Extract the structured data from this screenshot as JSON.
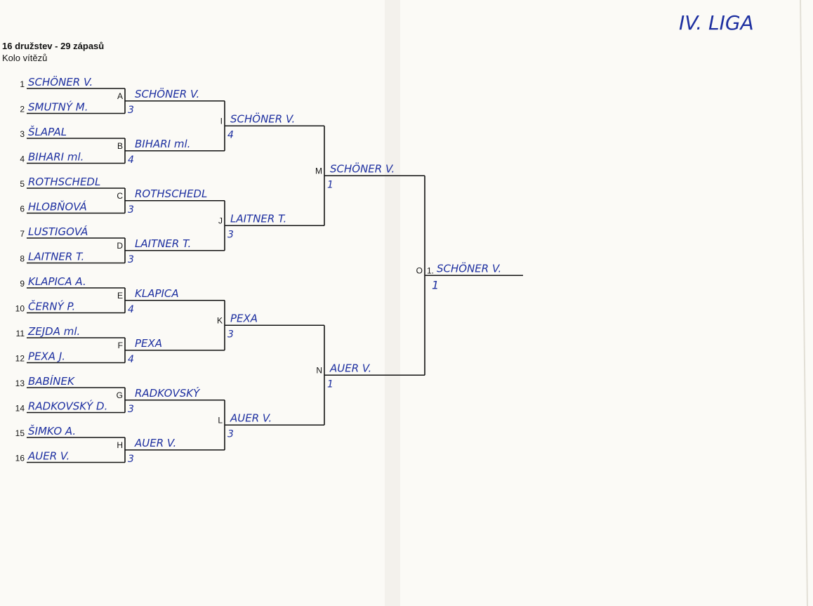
{
  "header": {
    "title": "16 družstev - 29 zápasů",
    "subtitle": "Kolo vítězů"
  },
  "corner_label": "IV. LIGA",
  "bracket": {
    "round1": [
      {
        "seed": "1",
        "name": "SCHÖNER V."
      },
      {
        "seed": "2",
        "name": "SMUTNÝ M."
      },
      {
        "seed": "3",
        "name": "ŠLAPAL"
      },
      {
        "seed": "4",
        "name": "BIHARI ml."
      },
      {
        "seed": "5",
        "name": "ROTHSCHEDL"
      },
      {
        "seed": "6",
        "name": "HLOBŇOVÁ"
      },
      {
        "seed": "7",
        "name": "LUSTIGOVÁ"
      },
      {
        "seed": "8",
        "name": "LAITNER T."
      },
      {
        "seed": "9",
        "name": "KLAPICA A."
      },
      {
        "seed": "10",
        "name": "ČERNÝ P."
      },
      {
        "seed": "11",
        "name": "ZEJDA ml."
      },
      {
        "seed": "12",
        "name": "PEXA J."
      },
      {
        "seed": "13",
        "name": "BABÍNEK"
      },
      {
        "seed": "14",
        "name": "RADKOVSKÝ D."
      },
      {
        "seed": "15",
        "name": "ŠIMKO A."
      },
      {
        "seed": "16",
        "name": "AUER V."
      }
    ],
    "round2": [
      {
        "match": "A",
        "winner": "SCHÖNER V.",
        "score": "3"
      },
      {
        "match": "B",
        "winner": "BIHARI ml.",
        "score": "4"
      },
      {
        "match": "C",
        "winner": "ROTHSCHEDL",
        "score": "3"
      },
      {
        "match": "D",
        "winner": "LAITNER T.",
        "score": "3"
      },
      {
        "match": "E",
        "winner": "KLAPICA",
        "score": "4"
      },
      {
        "match": "F",
        "winner": "PEXA",
        "score": "4"
      },
      {
        "match": "G",
        "winner": "RADKOVSKÝ",
        "score": "3"
      },
      {
        "match": "H",
        "winner": "AUER V.",
        "score": "3"
      }
    ],
    "round3": [
      {
        "match": "I",
        "winner": "SCHÖNER V.",
        "score": "4"
      },
      {
        "match": "J",
        "winner": "LAITNER T.",
        "score": "3"
      },
      {
        "match": "K",
        "winner": "PEXA",
        "score": "3"
      },
      {
        "match": "L",
        "winner": "AUER V.",
        "score": "3"
      }
    ],
    "round4": [
      {
        "match": "M",
        "winner": "SCHÖNER V.",
        "score": "1"
      },
      {
        "match": "N",
        "winner": "AUER V.",
        "score": "1"
      }
    ],
    "final": {
      "match": "O",
      "place": "1.",
      "winner": "SCHÖNER V.",
      "score": "1"
    }
  }
}
